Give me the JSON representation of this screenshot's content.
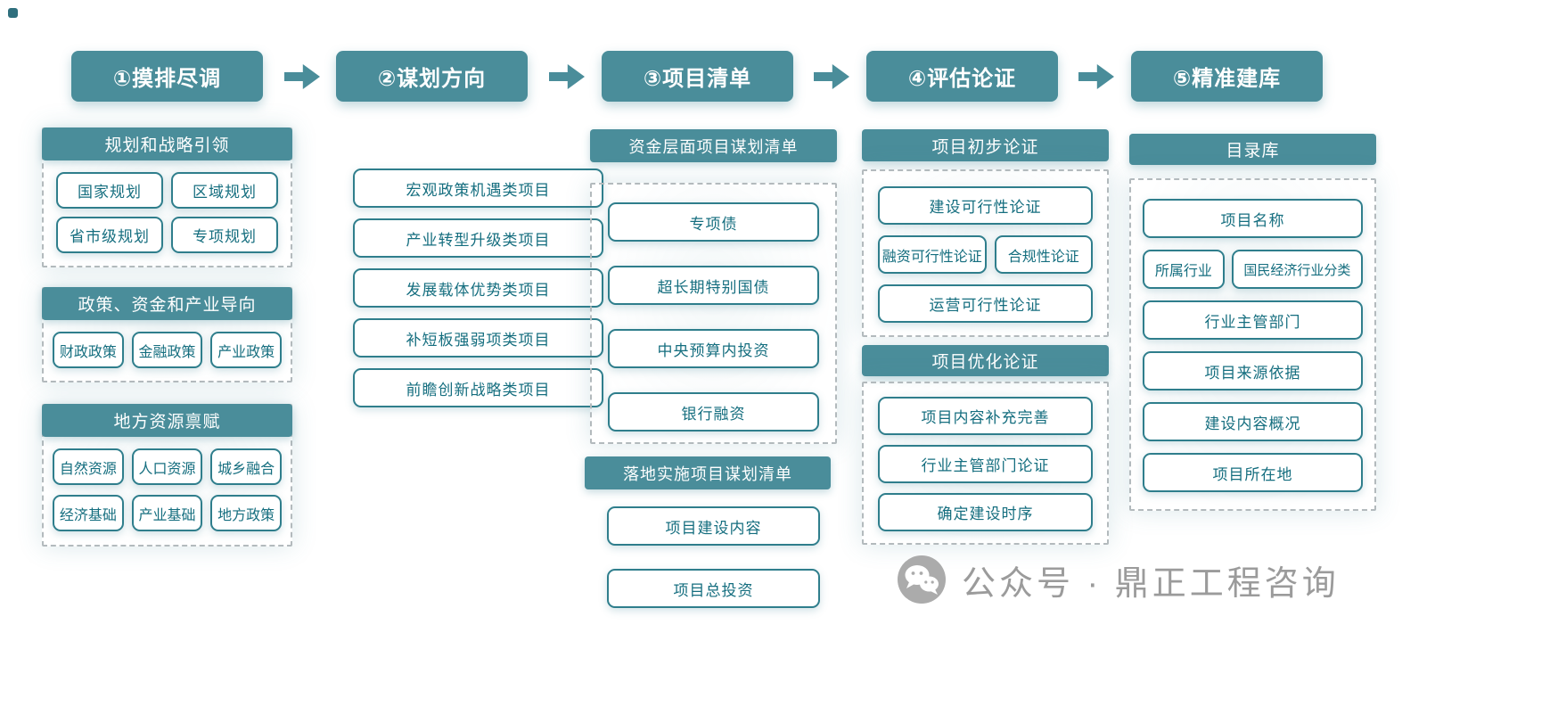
{
  "palette": {
    "teal": "#4a8d9a",
    "box_border": "#2f7e8c",
    "box_text": "#156e7f",
    "dashed": "#b3babd",
    "watermark_gray": "#9b9b9b"
  },
  "steps": [
    "①摸排尽调",
    "②谋划方向",
    "③项目清单",
    "④评估论证",
    "⑤精准建库"
  ],
  "col1": {
    "g1": {
      "header": "规划和战略引领",
      "items": [
        "国家规划",
        "区域规划",
        "省市级规划",
        "专项规划"
      ]
    },
    "g2": {
      "header": "政策、资金和产业导向",
      "items": [
        "财政政策",
        "金融政策",
        "产业政策"
      ]
    },
    "g3": {
      "header": "地方资源禀赋",
      "items": [
        "自然资源",
        "人口资源",
        "城乡融合",
        "经济基础",
        "产业基础",
        "地方政策"
      ]
    }
  },
  "col2": {
    "items": [
      "宏观政策机遇类项目",
      "产业转型升级类项目",
      "发展载体优势类项目",
      "补短板强弱项类项目",
      "前瞻创新战略类项目"
    ]
  },
  "col3": {
    "g1": {
      "header": "资金层面项目谋划清单",
      "items": [
        "专项债",
        "超长期特别国债",
        "中央预算内投资",
        "银行融资"
      ]
    },
    "g2": {
      "header": "落地实施项目谋划清单",
      "items": [
        "项目建设内容",
        "项目总投资"
      ]
    }
  },
  "col4": {
    "g1": {
      "header": "项目初步论证",
      "items": [
        "建设可行性论证",
        "融资可行性论证",
        "合规性论证",
        "运营可行性论证"
      ]
    },
    "g2": {
      "header": "项目优化论证",
      "items": [
        "项目内容补充完善",
        "行业主管部门论证",
        "确定建设时序"
      ]
    }
  },
  "col5": {
    "header": "目录库",
    "items": [
      "项目名称",
      "所属行业",
      "国民经济行业分类",
      "行业主管部门",
      "项目来源依据",
      "建设内容概况",
      "项目所在地"
    ]
  },
  "watermark": {
    "icon": "wechat-icon",
    "text": "公众号 · 鼎正工程咨询"
  }
}
